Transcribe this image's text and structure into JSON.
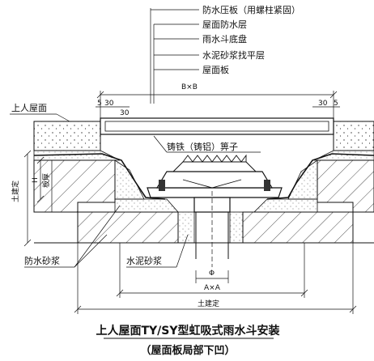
{
  "callouts": [
    "防水压板（用螺柱紧固）",
    "屋面防水层",
    "雨水斗底盘",
    "水泥砂浆找平层",
    "屋面板"
  ],
  "dims": {
    "bxb": "B×B",
    "axa": "A×A",
    "phi": "Φ",
    "tujianding": "土建定",
    "tujianding_v": "土建定",
    "h": "H",
    "ban_hou": "板厚",
    "n5": "5",
    "n30": "30"
  },
  "labels": {
    "roof_surface": "上人屋面",
    "grate": "铸铁（铸铝）箅子",
    "waterproof_mortar": "防水砂浆",
    "cement_mortar": "水泥砂浆"
  },
  "title": {
    "line1": "上人屋面TY/SY型虹吸式雨水斗安装",
    "line2": "（屋面板局部下凹）"
  }
}
